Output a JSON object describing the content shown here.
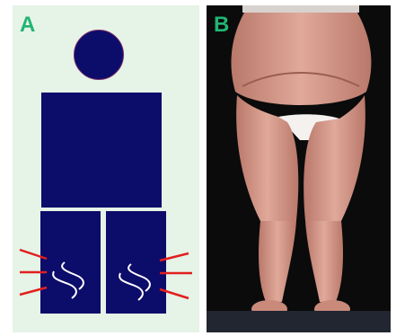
{
  "panels": {
    "a": {
      "label": "A"
    },
    "b": {
      "label": "B"
    }
  },
  "colors": {
    "label": "#22b573",
    "figure": "#0c0c6a",
    "panel_a_background": "#e6f3e7",
    "swelling_marks": "#e0201e",
    "wave_lines": "#ffffff"
  },
  "icons": [
    "head-icon",
    "torso-shape",
    "leg-shape",
    "wave-icon",
    "swelling-line"
  ]
}
